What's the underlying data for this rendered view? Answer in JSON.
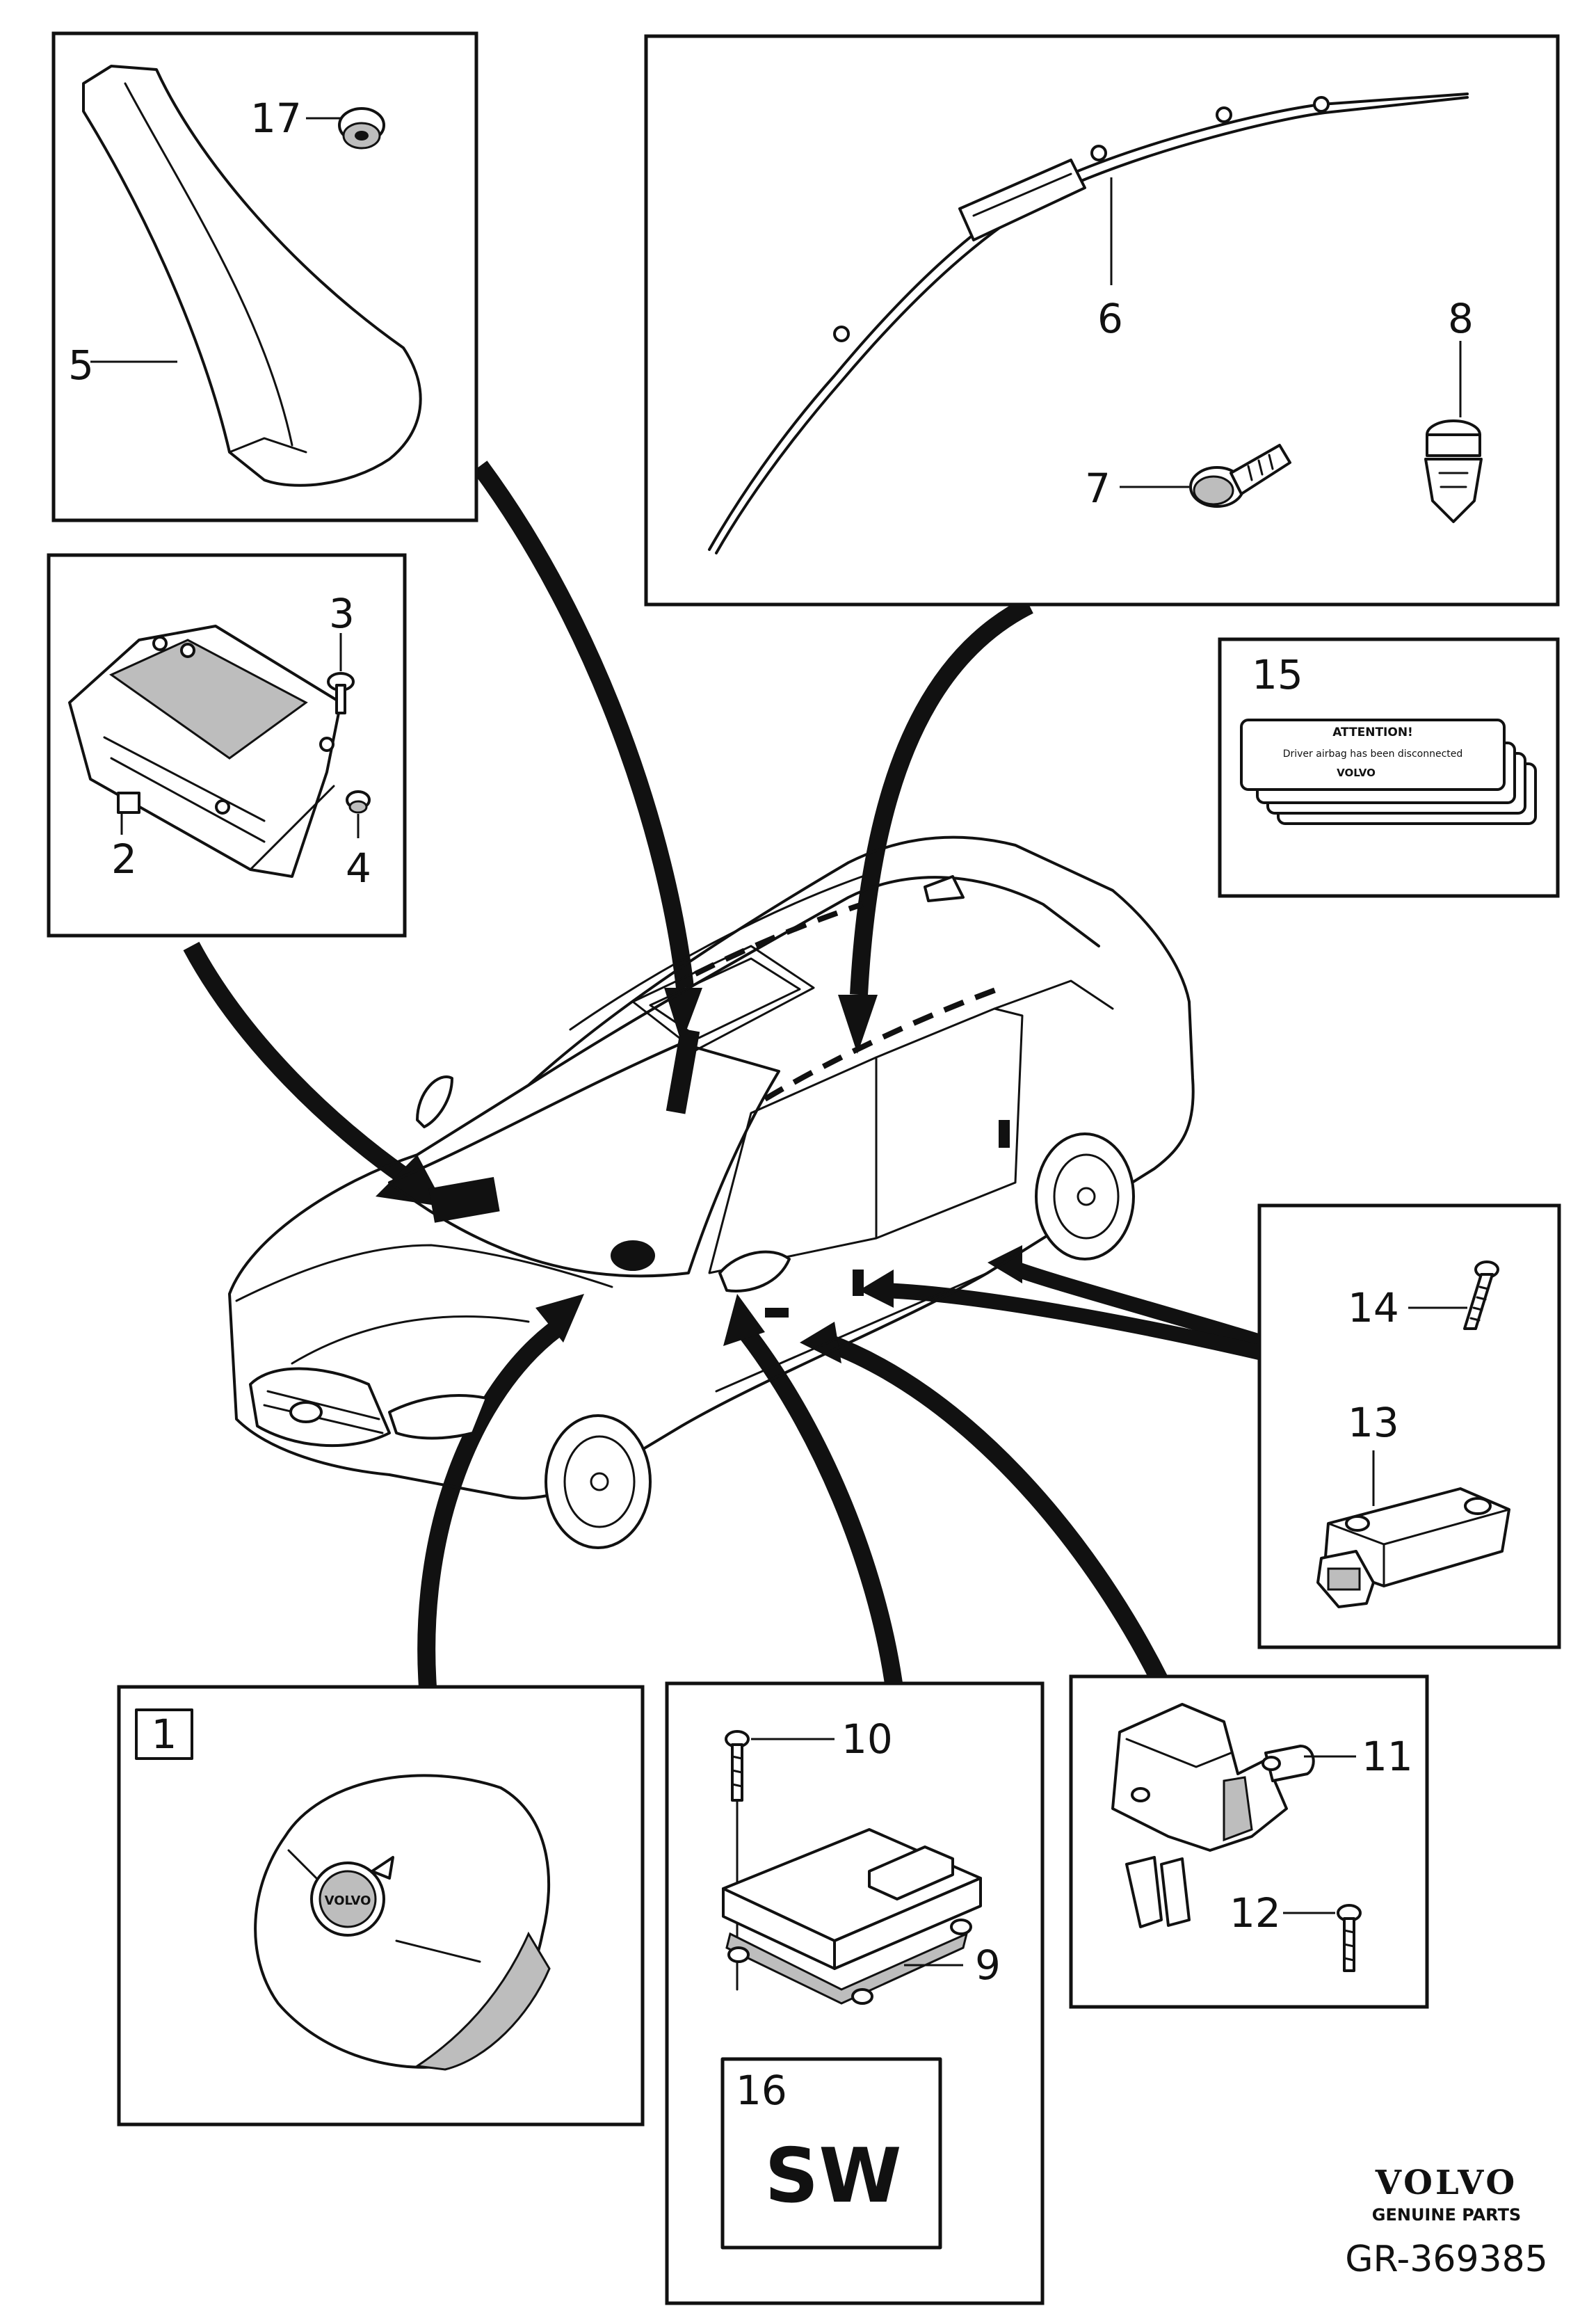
{
  "callouts": {
    "c1": "1",
    "c2": "2",
    "c3": "3",
    "c4": "4",
    "c5": "5",
    "c6": "6",
    "c7": "7",
    "c8": "8",
    "c9": "9",
    "c10": "10",
    "c11": "11",
    "c12": "12",
    "c13": "13",
    "c14": "14",
    "c15": "15",
    "c16": "16",
    "c17": "17"
  },
  "label15": {
    "heading": "ATTENTION!",
    "line": "Driver airbag has been disconnected",
    "brand": "VOLVO"
  },
  "box16": {
    "code": "SW"
  },
  "steering_wheel_badge": "VOLVO",
  "footer": {
    "brand": "VOLVO",
    "tagline": "GENUINE PARTS",
    "code": "GR-369385"
  }
}
